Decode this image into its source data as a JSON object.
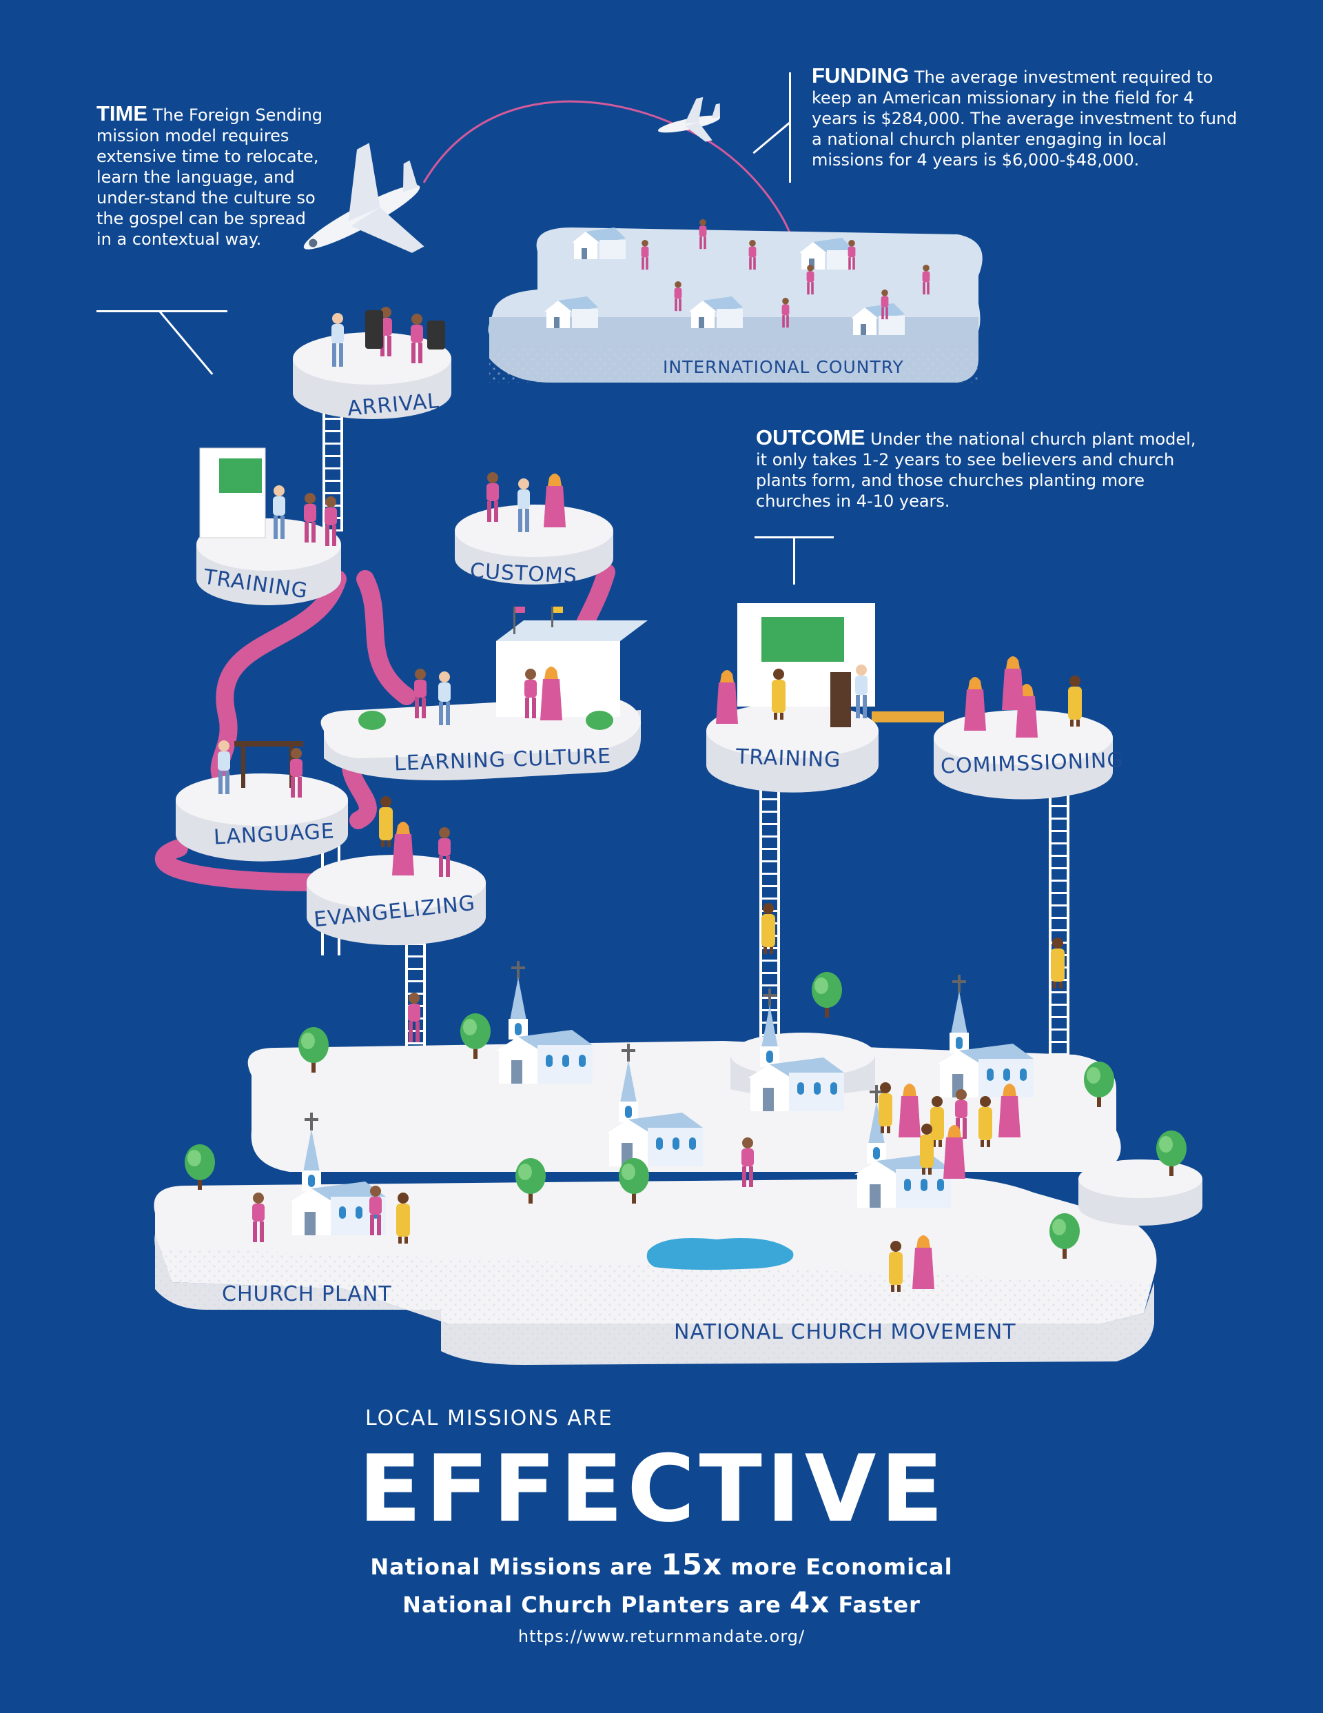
{
  "callouts": {
    "time": {
      "heading": "TIME",
      "body": "The Foreign Sending mission model requires extensive time to relocate, learn the language, and under-stand the culture so the gospel can be spread in a contextual way."
    },
    "funding": {
      "heading": "FUNDING",
      "body": "The average investment required to keep an American missionary in the field for 4 years is $284,000. The average investment to fund a national church planter engaging in local missions for 4 years is $6,000-$48,000."
    },
    "outcome": {
      "heading": "OUTCOME",
      "body": "Under the national church plant model, it only takes 1-2 years to see believers and church plants form, and those churches planting more churches in 4-10 years."
    }
  },
  "platforms": {
    "international_country": "INTERNATIONAL COUNTRY",
    "arrival": "ARRIVAL",
    "training_foreign": "TRAINING",
    "customs": "CUSTOMS",
    "learning_culture": "LEARNING CULTURE",
    "language": "LANGUAGE",
    "evangelizing": "EVANGELIZING",
    "training_national": "TRAINING",
    "commissioning": "COMIMSSIONING",
    "church_plant": "CHURCH PLANT",
    "national_church_movement": "NATIONAL CHURCH MOVEMENT"
  },
  "footer": {
    "kicker": "LOCAL MISSIONS ARE",
    "headline": "EFFECTIVE",
    "stat1_pre": "National Missions are",
    "stat1_num": "15x",
    "stat1_post": "more Economical",
    "stat2_pre": "National Church Planters are",
    "stat2_num": "4x",
    "stat2_post": "Faster",
    "url": "https://www.returnmandate.org/"
  },
  "colors": {
    "background": "#0f4891",
    "platform": "#f4f4f6",
    "platform_side": "#dfe1e8",
    "label": "#1d4a93",
    "path_pink": "#d45a9a",
    "bridge_gold": "#e8a93a",
    "pink_clothes": "#d7589b",
    "yellow_clothes": "#f0c13a",
    "tree": "#48b05a",
    "pond": "#3ba7d8"
  }
}
